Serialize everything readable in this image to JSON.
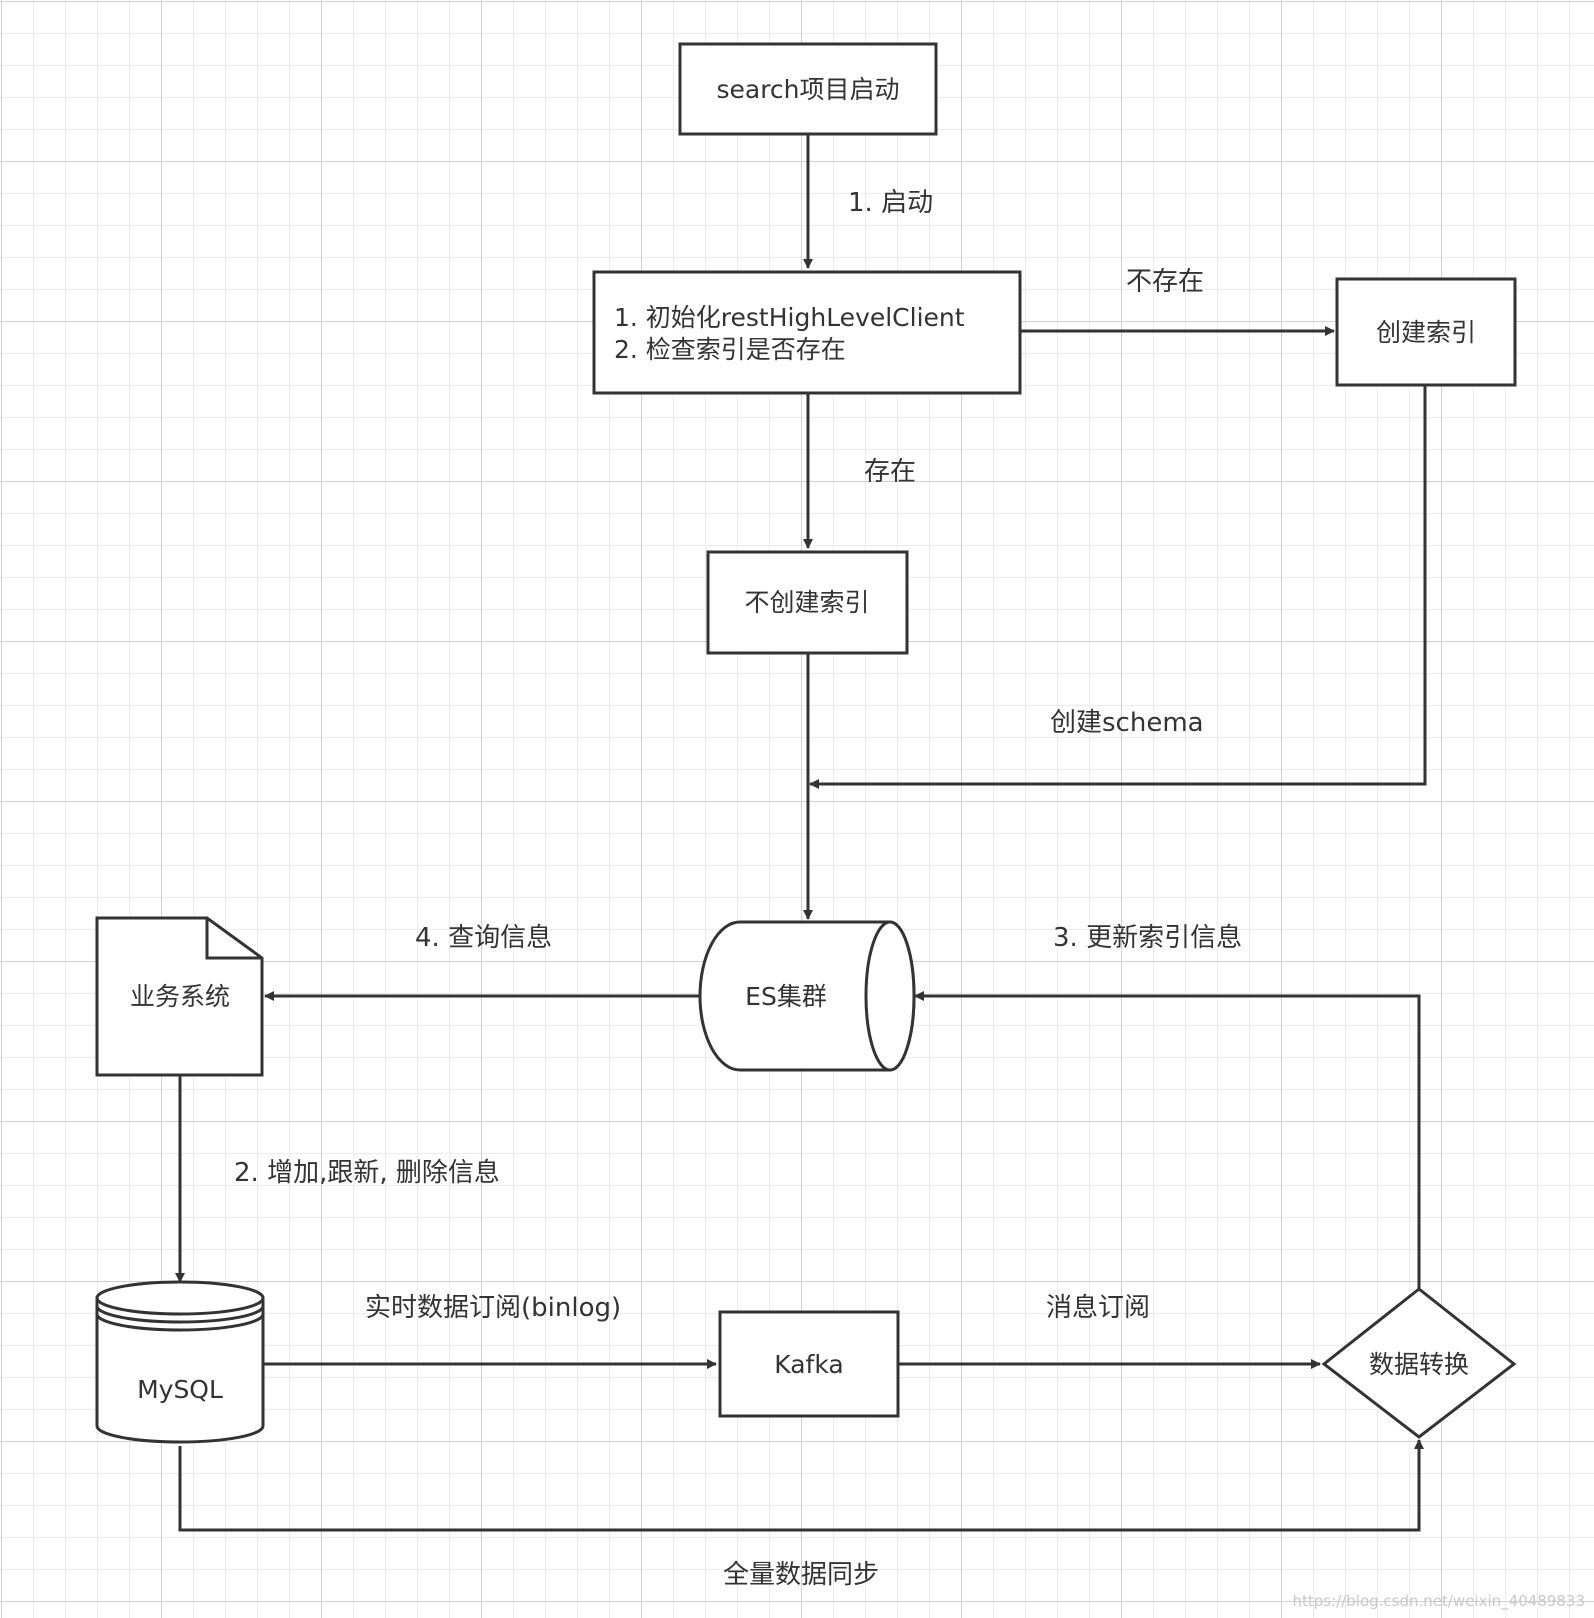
{
  "nodes": {
    "start": "search项目启动",
    "init_line1": "1. 初始化restHighLevelClient",
    "init_line2": "2. 检查索引是否存在",
    "create_index": "创建索引",
    "no_create_index": "不创建索引",
    "es_cluster": "ES集群",
    "business_system": "业务系统",
    "mysql": "MySQL",
    "kafka": "Kafka",
    "data_transform": "数据转换"
  },
  "edges": {
    "start_to_init": "1. 启动",
    "not_exists": "不存在",
    "exists": "存在",
    "create_schema": "创建schema",
    "query_info": "4. 查询信息",
    "update_index_info": "3. 更新索引信息",
    "crud_info": "2. 增加,跟新, 删除信息",
    "realtime_binlog": "实时数据订阅(binlog)",
    "message_subscribe": "消息订阅",
    "full_sync": "全量数据同步"
  },
  "watermark": "https://blog.csdn.net/weixin_40489833",
  "colors": {
    "stroke": "#333333",
    "text": "#333333",
    "grid": "#d0d0d0"
  }
}
